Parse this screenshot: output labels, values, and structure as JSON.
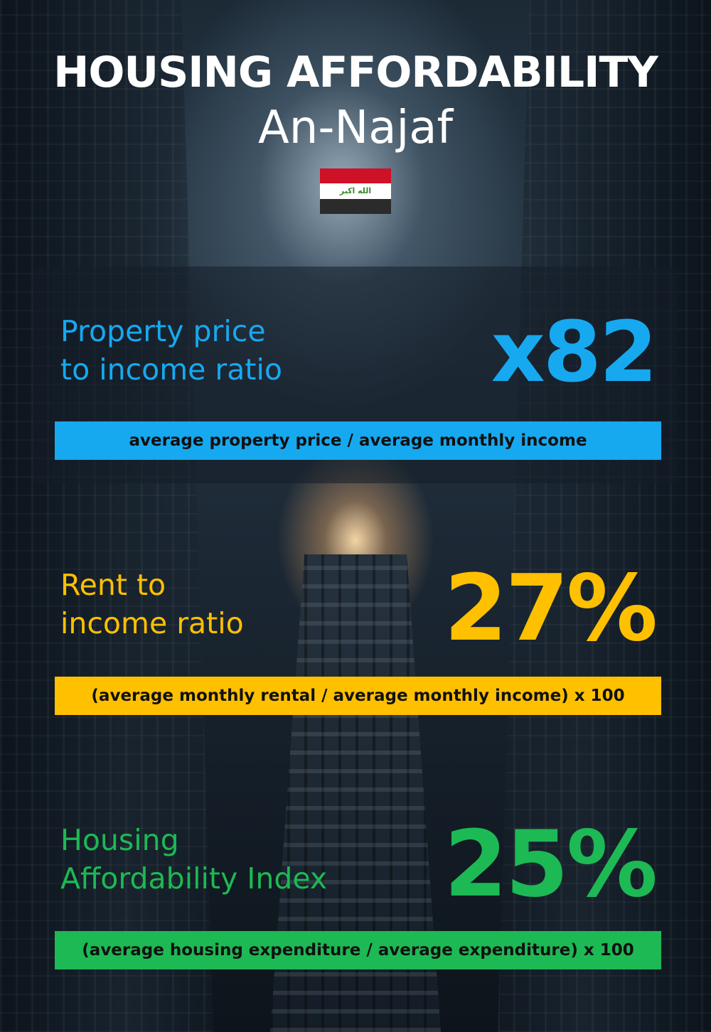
{
  "header": {
    "title": "HOUSING AFFORDABILITY",
    "city": "An-Najaf"
  },
  "flag": {
    "emblem_text": "الله اكبر",
    "colors": {
      "top": "#ce1126",
      "middle": "#ffffff",
      "bottom": "#000000",
      "emblem": "#007a3d"
    }
  },
  "metrics": [
    {
      "label_line1": "Property price",
      "label_line2": "to income ratio",
      "value": "x82",
      "formula": "average property price / average monthly income",
      "color": "#16a9f0"
    },
    {
      "label_line1": "Rent to",
      "label_line2": "income ratio",
      "value": "27%",
      "formula": "(average monthly rental / average monthly income) x 100",
      "color": "#ffc000"
    },
    {
      "label_line1": "Housing",
      "label_line2": "Affordability Index",
      "value": "25%",
      "formula": "(average housing expenditure / average expenditure) x 100",
      "color": "#1db954"
    }
  ]
}
